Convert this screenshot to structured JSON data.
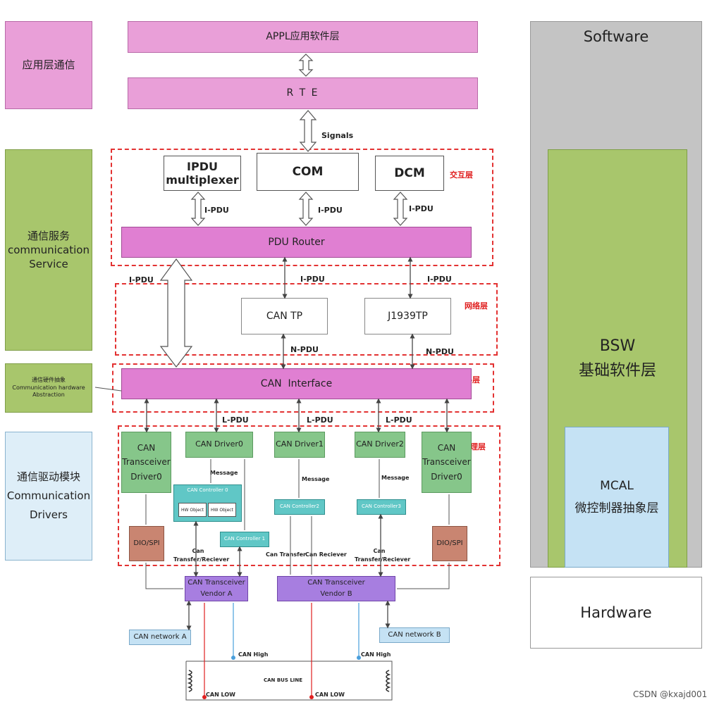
{
  "left": {
    "app_comm": "应用层通信",
    "comm_service": [
      "通信服务",
      "communication",
      "Service"
    ],
    "comm_hw_abs": [
      "通信硬件抽象",
      "Communication hardware",
      "Abstraction"
    ],
    "comm_drivers": [
      "通信驱动模块",
      "Communication",
      "Drivers"
    ]
  },
  "right": {
    "software": "Software",
    "bsw": [
      "BSW",
      "基础软件层"
    ],
    "mcal": [
      "MCAL",
      "微控制器抽象层"
    ],
    "hardware": "Hardware"
  },
  "center": {
    "appl": "APPL应用软件层",
    "rte": "R T E",
    "signals": "Signals",
    "ipdu_mux": [
      "IPDU",
      "multiplexer"
    ],
    "com": "COM",
    "dcm": "DCM",
    "interaction_layer": "交互层",
    "ipdu": "I-PDU",
    "pdu_router": "PDU Router",
    "network_layer": "网络层",
    "can_tp": "CAN TP",
    "j1939tp": "J1939TP",
    "npdu": "N-PDU",
    "data_link_layer": "数据链路层",
    "can_interface": "CAN  Interface",
    "lpdu": "L-PDU",
    "physical_layer": "物理层",
    "can_transceiver_driver": [
      "CAN",
      "Transceiver",
      "Driver0"
    ],
    "can_driver0": "CAN Driver0",
    "can_driver1": "CAN Driver1",
    "can_driver2": "CAN Driver2",
    "message": "Message",
    "can_controller0": "CAN Controller 0",
    "hw_object": "HW Object",
    "can_controller1": "CAN Controller 1",
    "can_controller2": "CAN Controller2",
    "can_controller3": "CAN Controller3",
    "dio_spi": "DIO/SPI",
    "can_transfer_reciever": [
      "Can",
      "Transfer/Reciever"
    ],
    "can_transfer": "Can Transfer",
    "can_reciever": "Can Reciever",
    "transceiver_a": [
      "CAN Transceiver",
      "Vendor A"
    ],
    "transceiver_b": [
      "CAN Transceiver",
      "Vendor B"
    ],
    "network_a": "CAN network A",
    "network_b": "CAN network B",
    "can_high": "CAN High",
    "can_bus_line": "CAN BUS LINE",
    "can_low": "CAN LOW"
  },
  "watermark": "CSDN @kxajd001",
  "colors": {
    "pink": "#e99fd8",
    "router_pink": "#e07fd2",
    "green": "#a8c66c",
    "driver_green": "#86c68a",
    "controller_teal": "#60c7c6",
    "transceiver_purple": "#a77ee0",
    "dio_brown": "#c98571",
    "dashed_red": "#e33232",
    "can_high_blue": "#4a9fdc",
    "can_low_red": "#e02020"
  }
}
